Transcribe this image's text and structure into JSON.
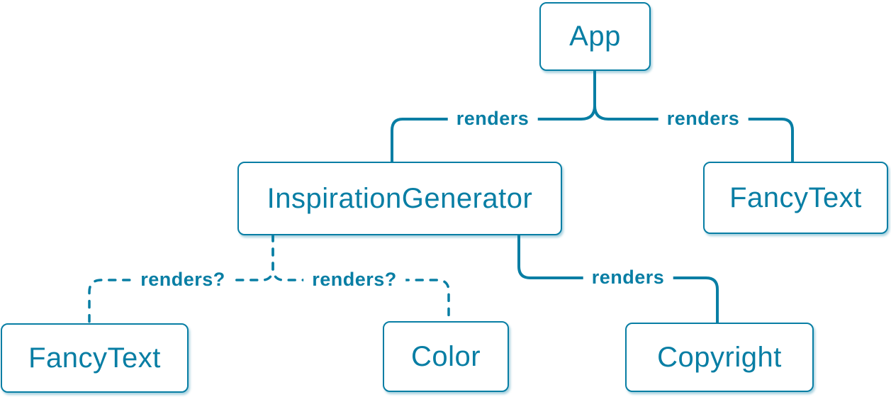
{
  "diagram": {
    "accent_color": "#087ea4",
    "nodes": [
      {
        "id": "app",
        "label": "App"
      },
      {
        "id": "inspiration-generator",
        "label": "InspirationGenerator"
      },
      {
        "id": "fancy-text-top",
        "label": "FancyText"
      },
      {
        "id": "fancy-text-bottom",
        "label": "FancyText"
      },
      {
        "id": "color",
        "label": "Color"
      },
      {
        "id": "copyright",
        "label": "Copyright"
      }
    ],
    "edges": [
      {
        "from": "App",
        "to": "InspirationGenerator",
        "label": "renders",
        "style": "solid"
      },
      {
        "from": "App",
        "to": "FancyText",
        "label": "renders",
        "style": "solid"
      },
      {
        "from": "InspirationGenerator",
        "to": "FancyText",
        "label": "renders?",
        "style": "dashed"
      },
      {
        "from": "InspirationGenerator",
        "to": "Color",
        "label": "renders?",
        "style": "dashed"
      },
      {
        "from": "InspirationGenerator",
        "to": "Copyright",
        "label": "renders",
        "style": "solid"
      }
    ]
  }
}
